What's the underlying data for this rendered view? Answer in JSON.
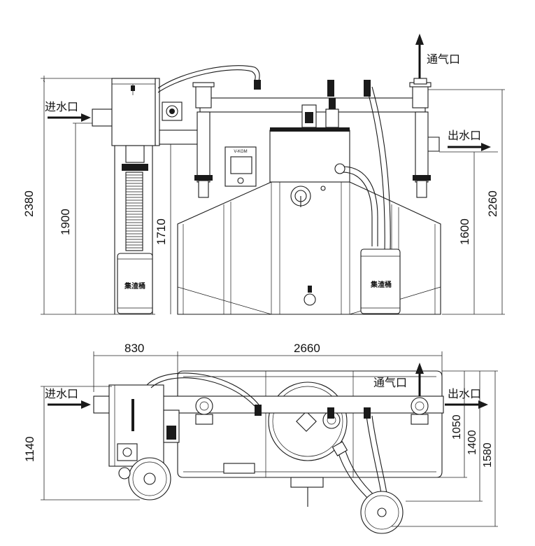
{
  "front_view": {
    "labels": {
      "inlet": "进水口",
      "outlet": "出水口",
      "vent": "通气口",
      "collector_left": "集渣桶",
      "collector_right": "集渣桶",
      "panel_brand": "V-KGM"
    },
    "dimensions": {
      "total_height": "2380",
      "inlet_height": "1900",
      "mid_height": "1710",
      "outlet_total": "2260",
      "outlet_height": "1600"
    }
  },
  "plan_view": {
    "labels": {
      "inlet": "进水口",
      "outlet": "出水口",
      "vent": "通气口"
    },
    "dimensions": {
      "left_length": "830",
      "main_length": "2660",
      "depth": "1140",
      "d1": "1050",
      "d2": "1400",
      "d3": "1580"
    }
  }
}
